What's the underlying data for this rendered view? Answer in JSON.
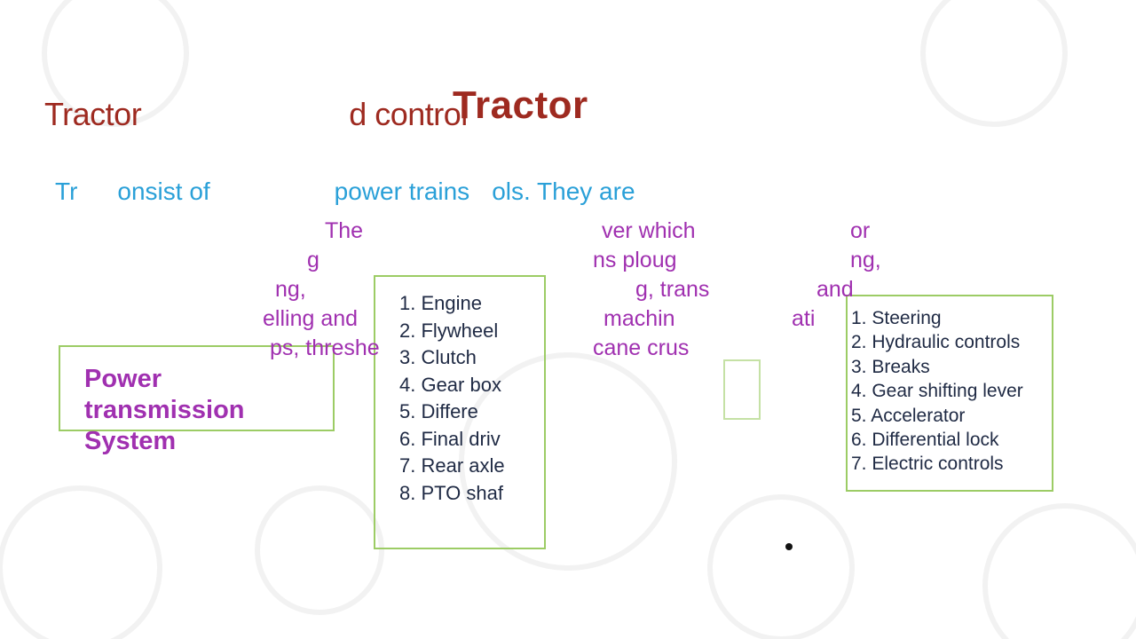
{
  "slide": {
    "heading_left_start": "Tractor",
    "heading_left_end": "d control",
    "heading_center": "Tractor",
    "intro": {
      "a": "Tr",
      "b": "onsist of",
      "c": "power trains",
      "d": "ols. They are"
    },
    "purple_fragments": {
      "p1": "The",
      "p2": "g",
      "p3": "ng,",
      "p4": "elling and",
      "p5": "ps, threshe",
      "p6": "ver which",
      "p7": "ns ploug",
      "p8": "g, trans",
      "p9": "machin",
      "p10": "cane crus",
      "p11": "or",
      "p12": "ng,",
      "p13": "and",
      "p14": "ati"
    },
    "power_box": {
      "title": "Power transmission System"
    },
    "components": [
      "1. Engine",
      "2. Flywheel",
      "3. Clutch",
      "4. Gear box",
      "5. Differe",
      "6. Final driv",
      "7. Rear axle",
      "8. PTO shaf"
    ],
    "controls": [
      "1. Steering",
      "2. Hydraulic controls",
      "3. Breaks",
      "4. Gear shifting lever",
      "5. Accelerator",
      "6. Differential lock",
      "7. Electric controls"
    ]
  },
  "colors": {
    "heading": "#9e2a20",
    "intro": "#2aa0d8",
    "purple": "#a030b0",
    "list_text": "#1f2a44",
    "box_border": "#9ccc65"
  }
}
